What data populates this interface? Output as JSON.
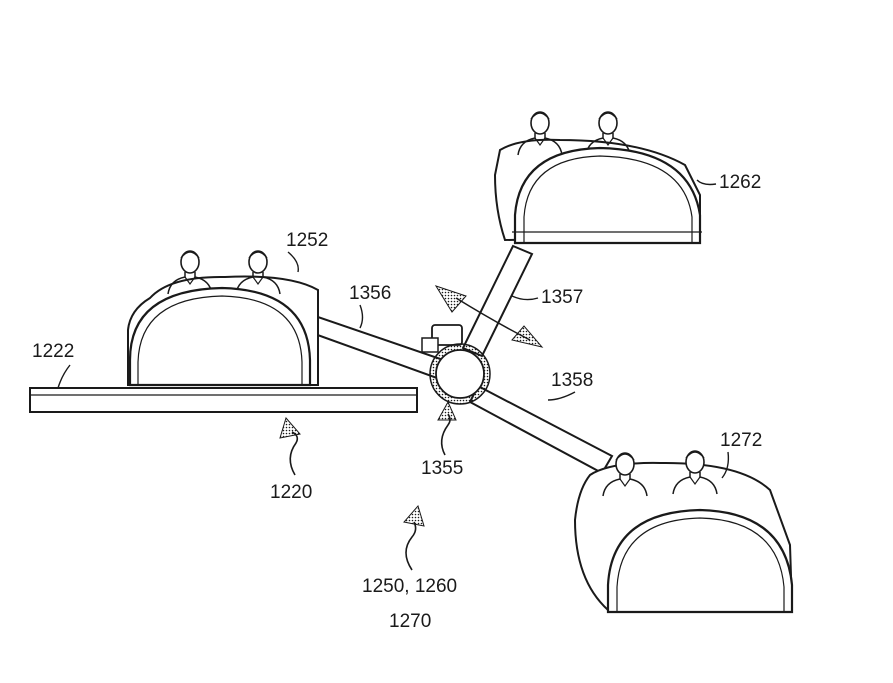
{
  "labels": {
    "platform": "1222",
    "track": "1220",
    "vehicle_left": "1252",
    "vehicle_top": "1262",
    "vehicle_right": "1272",
    "arm_left": "1356",
    "arm_top": "1357",
    "arm_right": "1358",
    "hub": "1355",
    "assembly_line1": "1250, 1260",
    "assembly_line2": "1270"
  },
  "colors": {
    "line": "#1a1a1a",
    "fill": "#ffffff"
  }
}
